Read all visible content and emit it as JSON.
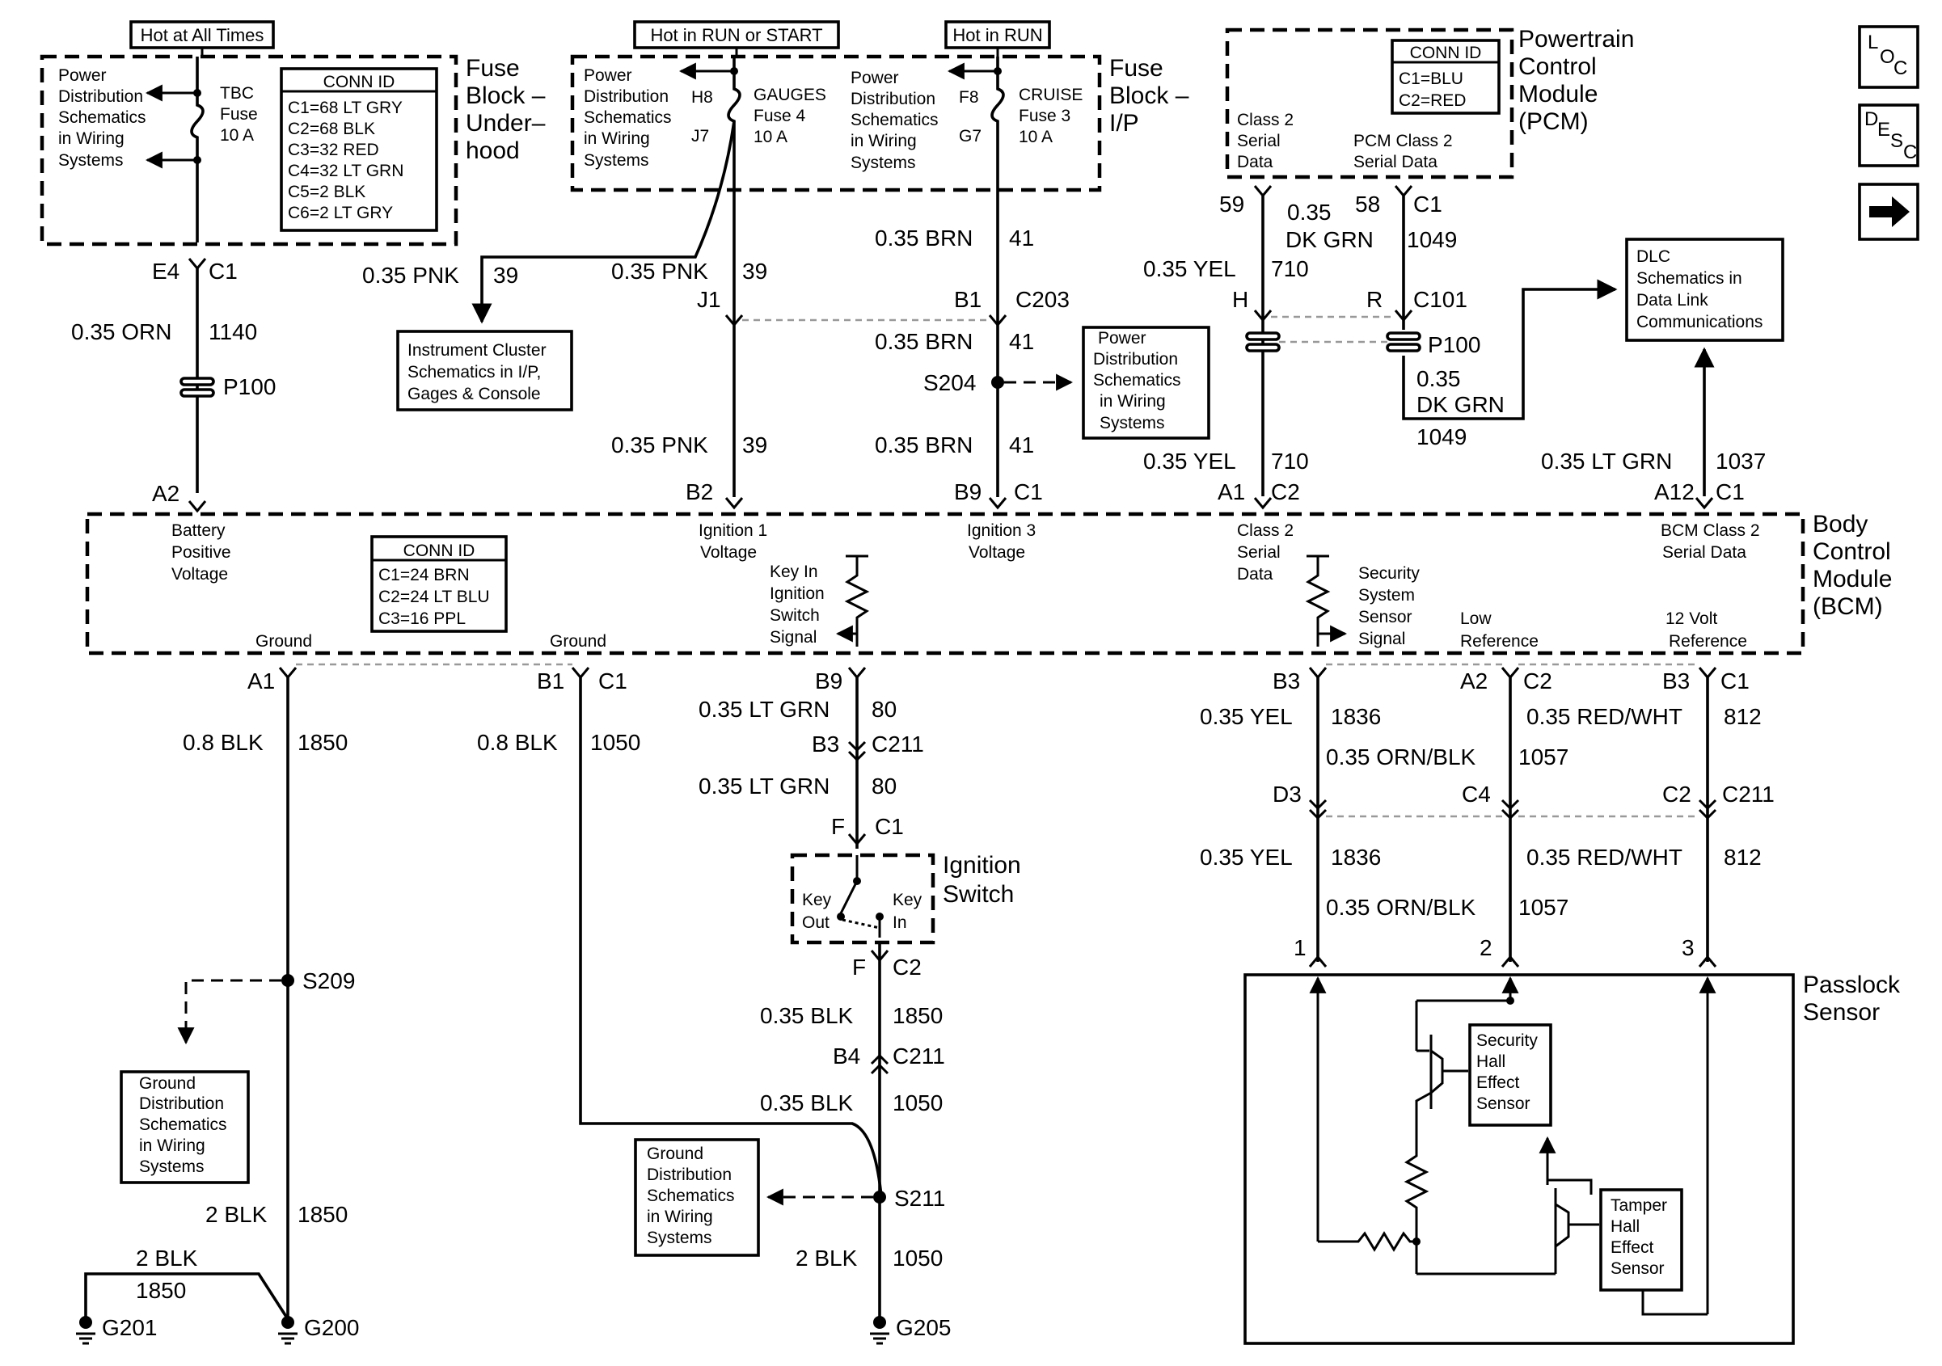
{
  "nav": {
    "loc_l": "L",
    "loc_o": "O",
    "loc_c": "C",
    "desc_d": "D",
    "desc_e": "E",
    "desc_s": "S",
    "desc_c": "C",
    "next_arrow": "arrow-right"
  },
  "hot_tags": {
    "always": "Hot at All Times",
    "run_start": "Hot in RUN or START",
    "run": "Hot in RUN"
  },
  "fuse_underhood": {
    "power_dist": [
      "Power",
      "Distribution",
      "Schematics",
      "in Wiring",
      "Systems"
    ],
    "fuse_name": [
      "TBC",
      "Fuse",
      "10 A"
    ],
    "conn_title": "CONN ID",
    "conn_lines": [
      "C1=68 LT GRY",
      "C2=68 BLK",
      "C3=32 RED",
      "C4=32 LT GRN",
      "C5=2 BLK",
      "C6=2 LT GRY"
    ],
    "label": [
      "Fuse",
      "Block –",
      "Under–",
      "hood"
    ]
  },
  "fuse_ip": {
    "power_dist_left": [
      "Power",
      "Distribution",
      "Schematics",
      "in Wiring",
      "Systems"
    ],
    "h8": "H8",
    "j7": "J7",
    "gauges": [
      "GAUGES",
      "Fuse 4",
      "10 A"
    ],
    "power_dist_right": [
      "Power",
      "Distribution",
      "Schematics",
      "in Wiring",
      "Systems"
    ],
    "f8": "F8",
    "g7": "G7",
    "cruise": [
      "CRUISE",
      "Fuse 3",
      "10 A"
    ],
    "label": [
      "Fuse",
      "Block –",
      "I/P"
    ]
  },
  "pcm": {
    "conn_title": "CONN ID",
    "conn_lines": [
      "C1=BLU",
      "C2=RED"
    ],
    "label": [
      "Powertrain",
      "Control",
      "Module",
      "(PCM)"
    ],
    "class2": [
      "Class 2",
      "Serial",
      "Data"
    ],
    "pcm_class2": [
      "PCM Class 2",
      "Serial Data"
    ]
  },
  "wires": {
    "e4": "E4",
    "c1_e4": "C1",
    "orn": "0.35 ORN",
    "n1140": "1140",
    "p100_left": "P100",
    "a2": "A2",
    "pnk_branch": "0.35 PNK",
    "n39_branch": "39",
    "pnk_1": "0.35 PNK",
    "n39_1": "39",
    "j1": "J1",
    "pnk_2": "0.35 PNK",
    "n39_2": "39",
    "b2": "B2",
    "brn_1": "0.35 BRN",
    "n41_1": "41",
    "b1": "B1",
    "c203": "C203",
    "brn_2": "0.35 BRN",
    "n41_2": "41",
    "s204": "S204",
    "brn_3": "0.35 BRN",
    "n41_3": "41",
    "b9": "B9",
    "c1_b9": "C1",
    "n59": "59",
    "n58": "58",
    "c1_pcm": "C1",
    "dkgrn_top_a": "0.35",
    "dkgrn_top_b": "DK GRN",
    "n1049_top": "1049",
    "yel_top": "0.35 YEL",
    "n710_top": "710",
    "h": "H",
    "r": "R",
    "c101": "C101",
    "p100_right": "P100",
    "dkgrn_bot_a": "0.35",
    "dkgrn_bot_b": "DK GRN",
    "n1049_bot": "1049",
    "yel_bot": "0.35 YEL",
    "n710_bot": "710",
    "a1": "A1",
    "c2_bcm": "C2",
    "ltgrn_1037": "0.35 LT GRN",
    "n1037": "1037",
    "a12": "A12",
    "c1_a12": "C1"
  },
  "boxes": {
    "instrument": [
      "Instrument Cluster",
      "Schematics in I/P,",
      "Gages & Console"
    ],
    "power_s204": [
      "Power",
      "Distribution",
      "Schematics",
      "in Wiring",
      "Systems"
    ],
    "dlc": [
      "DLC",
      "Schematics in",
      "Data Link",
      "Communications"
    ],
    "ground_s209": [
      "Ground",
      "Distribution",
      "Schematics",
      "in Wiring",
      "Systems"
    ],
    "ground_s211": [
      "Ground",
      "Distribution",
      "Schematics",
      "in Wiring",
      "Systems"
    ]
  },
  "bcm": {
    "battery": [
      "Battery",
      "Positive",
      "Voltage"
    ],
    "conn_title": "CONN ID",
    "conn_lines": [
      "C1=24 BRN",
      "C2=24 LT BLU",
      "C3=16 PPL"
    ],
    "ign1": [
      "Ignition 1",
      "Voltage"
    ],
    "ign3": [
      "Ignition 3",
      "Voltage"
    ],
    "keyin": [
      "Key In",
      "Ignition",
      "Switch",
      "Signal"
    ],
    "class2": [
      "Class 2",
      "Serial",
      "Data"
    ],
    "security": [
      "Security",
      "System",
      "Sensor",
      "Signal"
    ],
    "bcm_class2": [
      "BCM Class 2",
      "Serial Data"
    ],
    "ground1": "Ground",
    "ground2": "Ground",
    "lowref": [
      "Low",
      "Reference"
    ],
    "twelve": [
      "12 Volt",
      "Reference"
    ],
    "label": [
      "Body",
      "Control",
      "Module",
      "(BCM)"
    ]
  },
  "lower": {
    "a1": "A1",
    "b1": "B1",
    "c1_b1": "C1",
    "blk08_1850": "0.8 BLK",
    "n1850_a": "1850",
    "blk08_1050": "0.8 BLK",
    "n1050_a": "1050",
    "b9": "B9",
    "n80_top_num": "80",
    "ltgrn_a": "0.35 LT GRN",
    "b3_c211": "B3",
    "c211_a": "C211",
    "ltgrn_b": "0.35 LT GRN",
    "n80_b": "80",
    "f_c1": "F",
    "c1_ign": "C1",
    "ign_switch": [
      "Ignition",
      "Switch"
    ],
    "keyout": [
      "Key",
      "Out"
    ],
    "keyin": [
      "Key",
      "In"
    ],
    "f_c2": "F",
    "c2_ign": "C2",
    "blk_1850": "0.35 BLK",
    "n1850_b": "1850",
    "b4": "B4",
    "c211_b": "C211",
    "blk_1050": "0.35 BLK",
    "n1050_b": "1050",
    "s209": "S209",
    "s211": "S211",
    "blk2_1850": "2 BLK",
    "n1850_c": "1850",
    "blk2_left": "2 BLK",
    "n1850_left": "1850",
    "blk2_1050": "2 BLK",
    "n1050_c": "1050",
    "g201": "G201",
    "g200": "G200",
    "g205": "G205"
  },
  "right": {
    "b3": "B3",
    "a2": "A2",
    "c2_a2": "C2",
    "b3r": "B3",
    "c1_b3r": "C1",
    "yel_1836": "0.35 YEL",
    "n1836": "1836",
    "orn_blk": "0.35 ORN/BLK",
    "n1057": "1057",
    "red_wht": "0.35 RED/WHT",
    "n812": "812",
    "d3": "D3",
    "c4": "C4",
    "c2_conn": "C2",
    "c211": "C211",
    "yel_1836_b": "0.35 YEL",
    "n1836_b": "1836",
    "red_wht_b": "0.35 RED/WHT",
    "n812_b": "812",
    "orn_blk_b": "0.35 ORN/BLK",
    "n1057_b": "1057",
    "pin1": "1",
    "pin2": "2",
    "pin3": "3",
    "passlock": [
      "Passlock",
      "Sensor"
    ],
    "security_hall": [
      "Security",
      "Hall",
      "Effect",
      "Sensor"
    ],
    "tamper_hall": [
      "Tamper",
      "Hall",
      "Effect",
      "Sensor"
    ]
  }
}
